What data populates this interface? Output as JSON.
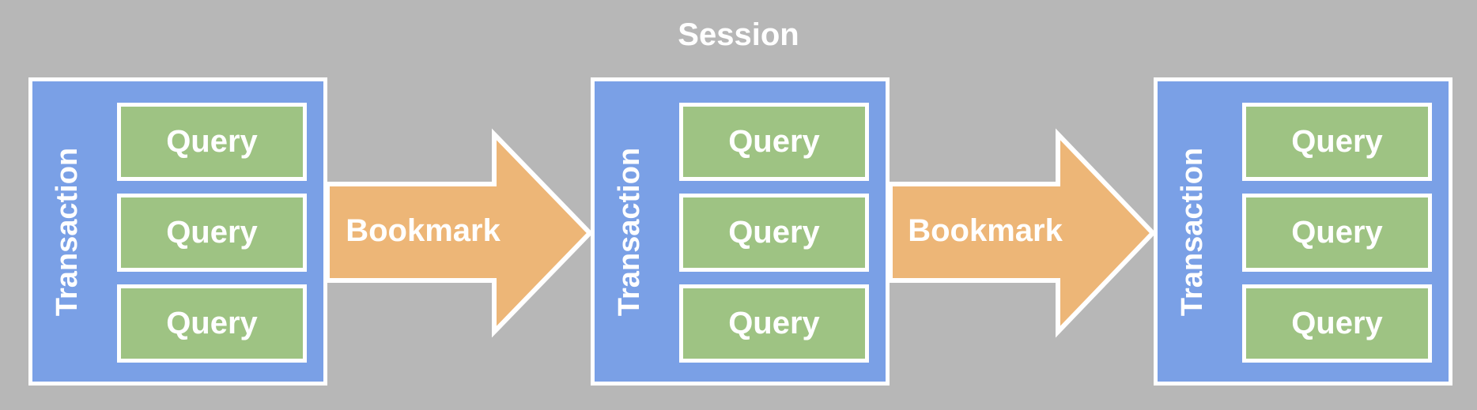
{
  "session": {
    "title": "Session"
  },
  "transactions": [
    {
      "label": "Transaction",
      "queries": [
        "Query",
        "Query",
        "Query"
      ]
    },
    {
      "label": "Transaction",
      "queries": [
        "Query",
        "Query",
        "Query"
      ]
    },
    {
      "label": "Transaction",
      "queries": [
        "Query",
        "Query",
        "Query"
      ]
    }
  ],
  "bookmarks": [
    {
      "label": "Bookmark"
    },
    {
      "label": "Bookmark"
    }
  ],
  "colors": {
    "background": "#b7b7b7",
    "transaction": "#7aa0e6",
    "query": "#9ec383",
    "bookmark": "#edb677",
    "border": "#ffffff"
  }
}
